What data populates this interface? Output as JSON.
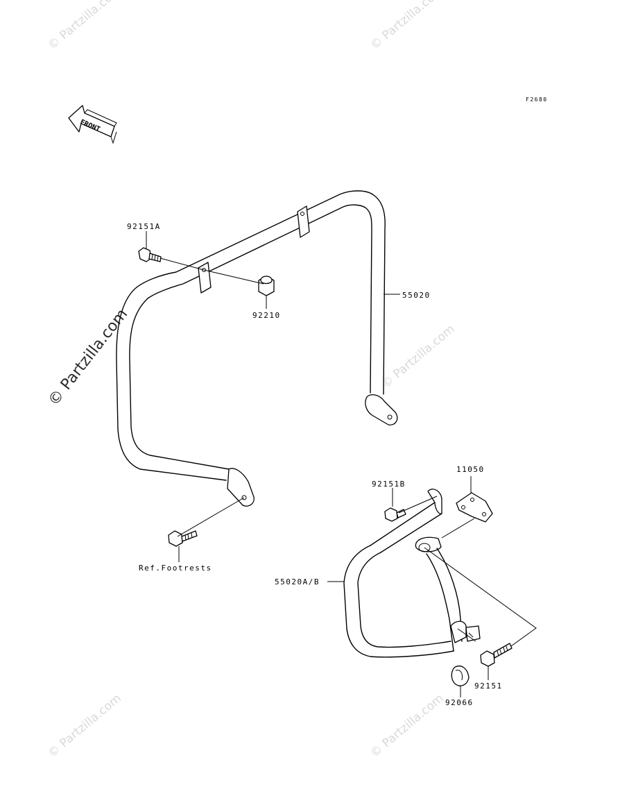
{
  "figure_code": "F2680",
  "front_indicator": {
    "label": "FRONT",
    "icon": "front-arrow-icon"
  },
  "watermark": {
    "text": "© Partzilla.com"
  },
  "parts": {
    "p92151A": "92151A",
    "p92210": "92210",
    "p55020": "55020",
    "p_ref_footrests": "Ref.Footrests",
    "p92151B": "92151B",
    "p11050": "11050",
    "p55020AB": "55020A/B",
    "p92151": "92151",
    "p92066": "92066"
  }
}
